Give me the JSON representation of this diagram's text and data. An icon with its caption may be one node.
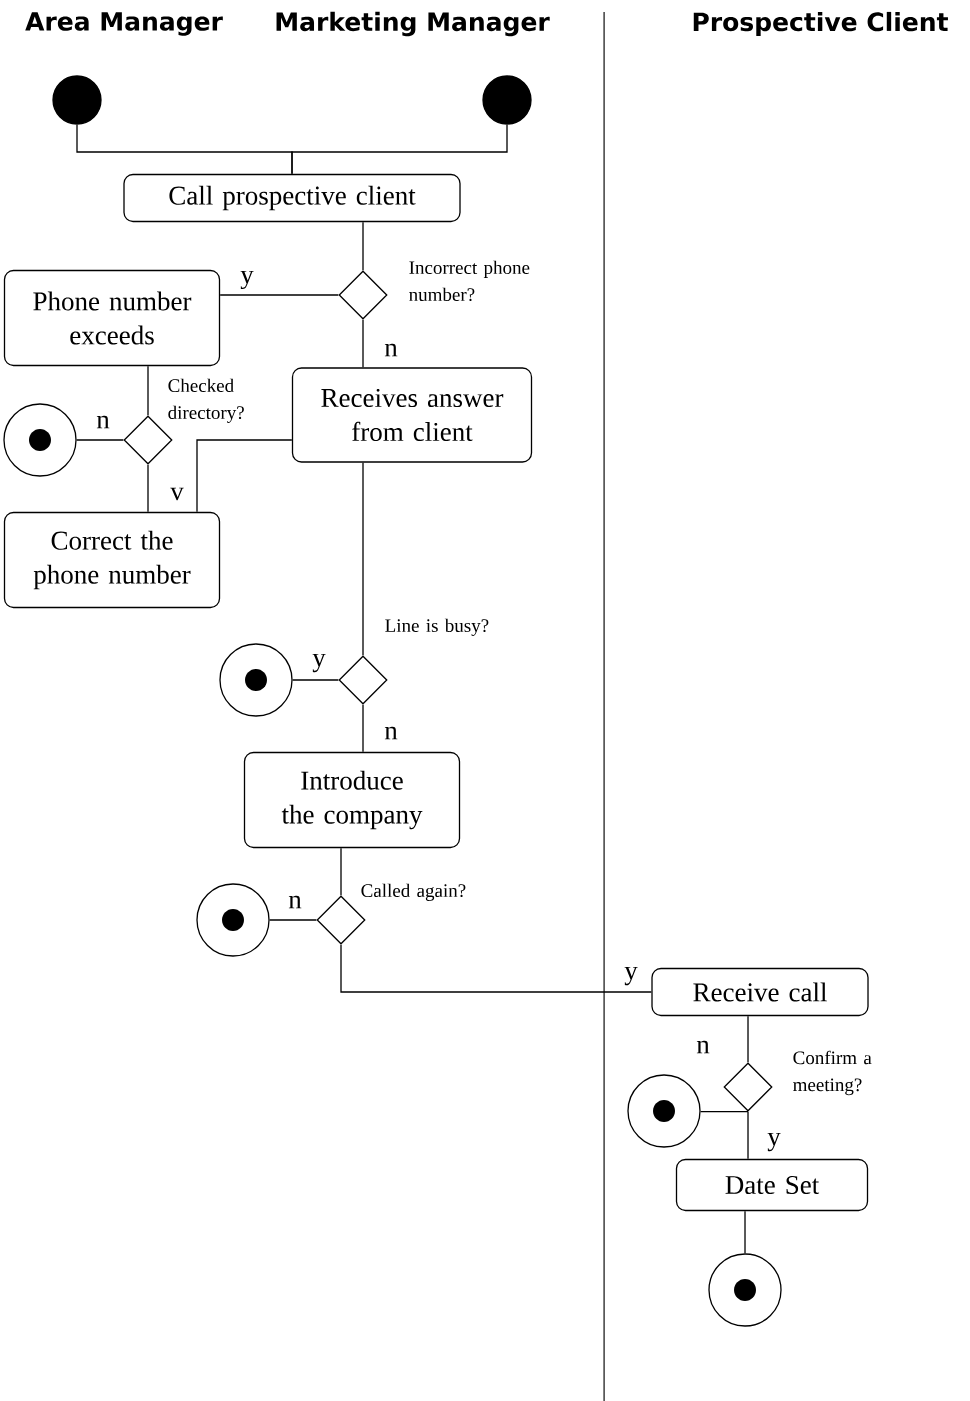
{
  "diagram": {
    "nodes": [
      {
        "text": [],
        "shape": "circle"
      },
      {
        "text": [],
        "shape": "circle"
      },
      {
        "text": [
          "Call prospective client"
        ]
      },
      {
        "text": [],
        "shape": "diamond",
        "beside": [
          "Incorrect phone number?"
        ]
      },
      {
        "text": [
          "Phone number exceeds"
        ]
      },
      {
        "text": [
          "Receives answer from client"
        ]
      },
      {
        "text": [],
        "shape": "bullseye"
      },
      {
        "text": [],
        "shape": "diamond",
        "beside": [
          "Checked directory?"
        ]
      },
      {
        "text": [
          "Correct the phone number"
        ]
      },
      {
        "text": [],
        "shape": "bullseye"
      },
      {
        "text": [],
        "shape": "diamond",
        "beside": [
          "Line is busy?"
        ]
      },
      {
        "text": [
          "Introduce the company"
        ]
      },
      {
        "text": [],
        "shape": "bullseye"
      },
      {
        "text": [],
        "shape": "diamond",
        "beside": [
          "Called again?"
        ]
      },
      {
        "text": [
          "Receive call"
        ]
      },
      {
        "text": [],
        "shape": "diamond",
        "beside": [
          "Confirm a meeting?"
        ]
      },
      {
        "text": [],
        "shape": "bullseye"
      },
      {
        "text": [
          "Date Set"
        ]
      },
      {
        "text": [],
        "shape": "bullseye"
      }
    ],
    "edges": [
      {
        "from": 0,
        "to": 2,
        "arrow": "none"
      },
      {
        "from": 1,
        "to": 2,
        "arrow": "none"
      },
      {
        "from": 2,
        "to": 3,
        "arrow": "none"
      },
      {
        "from": 3,
        "to": 4,
        "arrow": "none",
        "label": "y"
      },
      {
        "from": 3,
        "to": 5,
        "arrow": "none",
        "label": "n"
      },
      {
        "from": 4,
        "to": 7,
        "arrow": "none"
      },
      {
        "from": 7,
        "to": 6,
        "arrow": "none",
        "label": "n"
      },
      {
        "from": 7,
        "to": 8,
        "arrow": "none",
        "label": "v"
      },
      {
        "from": 5,
        "to": 8,
        "arrow": "none"
      },
      {
        "from": 5,
        "to": 10,
        "arrow": "none"
      },
      {
        "from": 10,
        "to": 9,
        "arrow": "none",
        "label": "y"
      },
      {
        "from": 10,
        "to": 11,
        "arrow": "none",
        "label": "n"
      },
      {
        "from": 11,
        "to": 13,
        "arrow": "none"
      },
      {
        "from": 13,
        "to": 12,
        "arrow": "none",
        "label": "n"
      },
      {
        "from": 13,
        "to": 14,
        "arrow": "none",
        "label": "y"
      },
      {
        "from": 14,
        "to": 15,
        "arrow": "none"
      },
      {
        "from": 15,
        "to": 16,
        "arrow": "none",
        "label": "n"
      },
      {
        "from": 15,
        "to": 17,
        "arrow": "none",
        "label": "y"
      },
      {
        "from": 17,
        "to": 18,
        "arrow": "none"
      }
    ],
    "labels": [
      "Area Manager",
      "Marketing Manager",
      "Prospective Client"
    ]
  }
}
